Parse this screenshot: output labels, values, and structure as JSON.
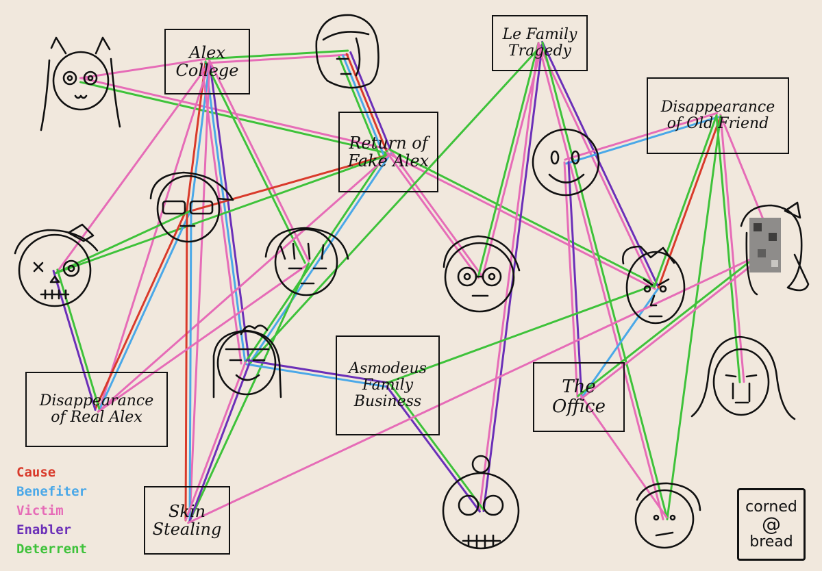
{
  "colors": {
    "cause": "#d93a2b",
    "benefiter": "#4aa8e8",
    "victim": "#e66cb7",
    "enabler": "#6b2fb8",
    "deterrent": "#3ec23a"
  },
  "boxes": [
    {
      "id": "alex_college",
      "label": "Alex\nCollege"
    },
    {
      "id": "le_family",
      "label": "Le Family\nTragedy"
    },
    {
      "id": "return_fake",
      "label": "Return of\nFake Alex"
    },
    {
      "id": "disappear_old",
      "label": "Disappearance\nof Old Friend"
    },
    {
      "id": "disappear_real",
      "label": "Disappearance\nof Real Alex"
    },
    {
      "id": "asmodeus",
      "label": "Asmodeus\nFamily\nBusiness"
    },
    {
      "id": "office",
      "label": "The\nOffice"
    },
    {
      "id": "skin",
      "label": "Skin\nStealing"
    }
  ],
  "legend": [
    {
      "label": "Cause",
      "role": "cause"
    },
    {
      "label": "Benefiter",
      "role": "benefiter"
    },
    {
      "label": "Victim",
      "role": "victim"
    },
    {
      "label": "Enabler",
      "role": "enabler"
    },
    {
      "label": "Deterrent",
      "role": "deterrent"
    }
  ],
  "credit": {
    "line1": "corned",
    "line2": "@",
    "line3": "bread"
  },
  "characters": [
    {
      "id": "cat_girl",
      "icon": "cat-girl-face-icon"
    },
    {
      "id": "hood",
      "icon": "hooded-face-icon"
    },
    {
      "id": "glasses_bangs",
      "icon": "glasses-bangs-face-icon"
    },
    {
      "id": "bow_skull",
      "icon": "bow-skull-face-icon"
    },
    {
      "id": "bangs",
      "icon": "bangs-face-icon"
    },
    {
      "id": "smiley",
      "icon": "smiley-face-icon"
    },
    {
      "id": "glasses_boy",
      "icon": "glasses-boy-face-icon"
    },
    {
      "id": "pixel_girl",
      "icon": "censored-face-icon"
    },
    {
      "id": "pointy",
      "icon": "pointy-hair-face-icon"
    },
    {
      "id": "ahoge",
      "icon": "ahoge-face-icon"
    },
    {
      "id": "long_hair",
      "icon": "long-hair-face-icon"
    },
    {
      "id": "bun_skull",
      "icon": "bun-skull-face-icon"
    },
    {
      "id": "bottom_boy",
      "icon": "bottom-boy-face-icon"
    }
  ],
  "edges": [
    {
      "from": "cat_girl",
      "to": "alex_college",
      "role": "victim"
    },
    {
      "from": "cat_girl",
      "to": "return_fake",
      "role": "victim"
    },
    {
      "from": "cat_girl",
      "to": "return_fake",
      "role": "deterrent"
    },
    {
      "from": "alex_college",
      "to": "hood",
      "role": "deterrent"
    },
    {
      "from": "alex_college",
      "to": "hood",
      "role": "victim"
    },
    {
      "from": "hood",
      "to": "return_fake",
      "role": "enabler"
    },
    {
      "from": "hood",
      "to": "return_fake",
      "role": "cause"
    },
    {
      "from": "hood",
      "to": "return_fake",
      "role": "benefiter"
    },
    {
      "from": "hood",
      "to": "return_fake",
      "role": "deterrent"
    },
    {
      "from": "alex_college",
      "to": "glasses_bangs",
      "role": "benefiter"
    },
    {
      "from": "alex_college",
      "to": "glasses_bangs",
      "role": "cause"
    },
    {
      "from": "alex_college",
      "to": "bow_skull",
      "role": "victim"
    },
    {
      "from": "alex_college",
      "to": "ahoge",
      "role": "enabler"
    },
    {
      "from": "alex_college",
      "to": "ahoge",
      "role": "benefiter"
    },
    {
      "from": "alex_college",
      "to": "ahoge",
      "role": "victim"
    },
    {
      "from": "alex_college",
      "to": "bangs",
      "role": "victim"
    },
    {
      "from": "alex_college",
      "to": "bangs",
      "role": "deterrent"
    },
    {
      "from": "alex_college",
      "to": "disappear_real",
      "role": "victim"
    },
    {
      "from": "alex_college",
      "to": "skin",
      "role": "victim"
    },
    {
      "from": "return_fake",
      "to": "glasses_bangs",
      "role": "cause"
    },
    {
      "from": "return_fake",
      "to": "bow_skull",
      "role": "deterrent"
    },
    {
      "from": "return_fake",
      "to": "glasses_boy",
      "role": "victim"
    },
    {
      "from": "return_fake",
      "to": "pointy",
      "role": "deterrent"
    },
    {
      "from": "return_fake",
      "to": "pointy",
      "role": "victim"
    },
    {
      "from": "return_fake",
      "to": "ahoge",
      "role": "benefiter"
    },
    {
      "from": "return_fake",
      "to": "ahoge",
      "role": "deterrent"
    },
    {
      "from": "return_fake",
      "to": "disappear_real",
      "role": "victim"
    },
    {
      "from": "return_fake",
      "to": "glasses_boy",
      "role": "victim"
    },
    {
      "from": "le_family",
      "to": "glasses_boy",
      "role": "victim"
    },
    {
      "from": "le_family",
      "to": "glasses_boy",
      "role": "deterrent"
    },
    {
      "from": "le_family",
      "to": "ahoge",
      "role": "deterrent"
    },
    {
      "from": "le_family",
      "to": "bun_skull",
      "role": "enabler"
    },
    {
      "from": "le_family",
      "to": "pointy",
      "role": "enabler"
    },
    {
      "from": "le_family",
      "to": "pointy",
      "role": "victim"
    },
    {
      "from": "le_family",
      "to": "bottom_boy",
      "role": "deterrent"
    },
    {
      "from": "le_family",
      "to": "bottom_boy",
      "role": "victim"
    },
    {
      "from": "le_family",
      "to": "bun_skull",
      "role": "victim"
    },
    {
      "from": "smiley",
      "to": "disappear_old",
      "role": "victim"
    },
    {
      "from": "smiley",
      "to": "disappear_old",
      "role": "benefiter"
    },
    {
      "from": "smiley",
      "to": "office",
      "role": "enabler"
    },
    {
      "from": "smiley",
      "to": "office",
      "role": "victim"
    },
    {
      "from": "disappear_old",
      "to": "pointy",
      "role": "cause"
    },
    {
      "from": "disappear_old",
      "to": "pointy",
      "role": "deterrent"
    },
    {
      "from": "disappear_old",
      "to": "pixel_girl",
      "role": "victim"
    },
    {
      "from": "disappear_old",
      "to": "long_hair",
      "role": "victim"
    },
    {
      "from": "disappear_old",
      "to": "long_hair",
      "role": "deterrent"
    },
    {
      "from": "disappear_old",
      "to": "bottom_boy",
      "role": "deterrent"
    },
    {
      "from": "glasses_bangs",
      "to": "disappear_real",
      "role": "benefiter"
    },
    {
      "from": "glasses_bangs",
      "to": "disappear_real",
      "role": "cause"
    },
    {
      "from": "glasses_bangs",
      "to": "skin",
      "role": "benefiter"
    },
    {
      "from": "glasses_bangs",
      "to": "skin",
      "role": "cause"
    },
    {
      "from": "glasses_bangs",
      "to": "bow_skull",
      "role": "deterrent"
    },
    {
      "from": "bow_skull",
      "to": "disappear_real",
      "role": "deterrent"
    },
    {
      "from": "bow_skull",
      "to": "disappear_real",
      "role": "enabler"
    },
    {
      "from": "bangs",
      "to": "disappear_real",
      "role": "victim"
    },
    {
      "from": "bangs",
      "to": "skin",
      "role": "deterrent"
    },
    {
      "from": "ahoge",
      "to": "asmodeus",
      "role": "enabler"
    },
    {
      "from": "ahoge",
      "to": "asmodeus",
      "role": "benefiter"
    },
    {
      "from": "ahoge",
      "to": "skin",
      "role": "enabler"
    },
    {
      "from": "ahoge",
      "to": "skin",
      "role": "victim"
    },
    {
      "from": "asmodeus",
      "to": "pointy",
      "role": "deterrent"
    },
    {
      "from": "asmodeus",
      "to": "bun_skull",
      "role": "deterrent"
    },
    {
      "from": "asmodeus",
      "to": "bun_skull",
      "role": "enabler"
    },
    {
      "from": "pointy",
      "to": "office",
      "role": "benefiter"
    },
    {
      "from": "pixel_girl",
      "to": "office",
      "role": "victim"
    },
    {
      "from": "pixel_girl",
      "to": "office",
      "role": "deterrent"
    },
    {
      "from": "pixel_girl",
      "to": "skin",
      "role": "victim"
    },
    {
      "from": "office",
      "to": "bottom_boy",
      "role": "victim"
    }
  ]
}
